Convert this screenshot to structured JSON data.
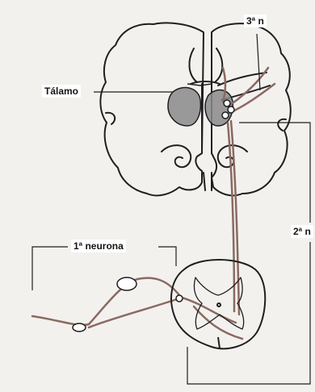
{
  "diagram": {
    "labels": {
      "thalamus": "Tálamo",
      "third_neuron": "3ª n",
      "second_neuron": "2ª n",
      "first_neuron": "1ª neurona"
    },
    "colors": {
      "background": "#f3f1ee",
      "outline": "#1f1f1f",
      "pathway": "#8a6a62",
      "thalamus_fill": "#8a8a8a"
    }
  }
}
